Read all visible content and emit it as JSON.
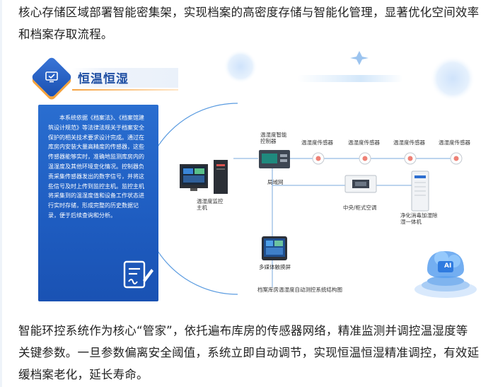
{
  "paragraphs": {
    "top": "核心存储区域部署智能密集架，实现档案的高密度存储与智能化管理，显著优化空间效率和档案存取流程。",
    "bottom": "智能环控系统作为核心“管家”，依托遍布库房的传感器网络，精准监测并调控温湿度等关键参数。一旦参数偏离安全阈值，系统立即自动调节，实现恒温恒湿精准调控，有效延缓档案老化，延长寿命。"
  },
  "figure": {
    "heading": "恒温恒湿",
    "card_text": "本系统依据《档案法》、《档案馆建筑设计规范》等法律法规关于档案安全保护的相关技术要求设计完成。通过在库房内安装大量高精度的传感器，这些传感器能够实时，准确地监测库房内的温湿度及其他环境变化情况。控制器负责采集传感器发出的数字信号，并将这些信号及时上传到监控主机。监控主机将采集到的温湿度值和设备工作状态进行实时存储，形成完整的历史数据记录，便于后续查询和分析。",
    "labels": {
      "controller": "温湿度智能控制器",
      "sensor1": "温湿度传感器",
      "sensor2": "温湿度传感器",
      "sensor3": "温湿度传感器",
      "sensor4": "温湿度传感器",
      "host": "温湿度监控主机",
      "lan": "局域网",
      "ac": "中央/柜式空调",
      "purifier": "净化消毒加湿除湿一体机",
      "screen": "多媒体触摸屏",
      "caption": "档案库房温湿度自动测控系统结构图",
      "ai": "AI"
    },
    "colors": {
      "brand_blue": "#1f4fa3",
      "card_blue": "#1e5cc0",
      "accent_orange": "#f4a23c"
    }
  }
}
